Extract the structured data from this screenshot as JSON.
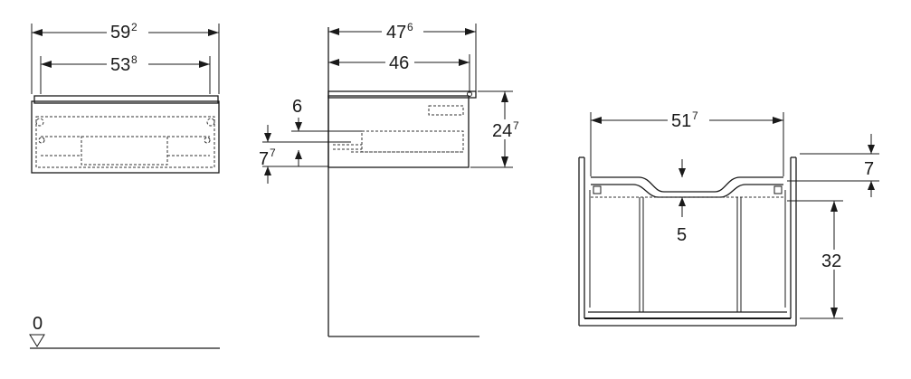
{
  "front_view": {
    "outer_width": {
      "main": "59",
      "sup": "2"
    },
    "inner_width": {
      "main": "53",
      "sup": "8"
    },
    "floor_level": "0"
  },
  "side_view": {
    "outer_depth": {
      "main": "47",
      "sup": "6"
    },
    "inner_depth": "46",
    "height": {
      "main": "24",
      "sup": "7"
    },
    "offset_top": "6",
    "offset_bottom": {
      "main": "7",
      "sup": "7"
    }
  },
  "section_view": {
    "inner_width": {
      "main": "51",
      "sup": "7"
    },
    "top_rim": "7",
    "recess_depth": "5",
    "drawer_height": "32"
  }
}
